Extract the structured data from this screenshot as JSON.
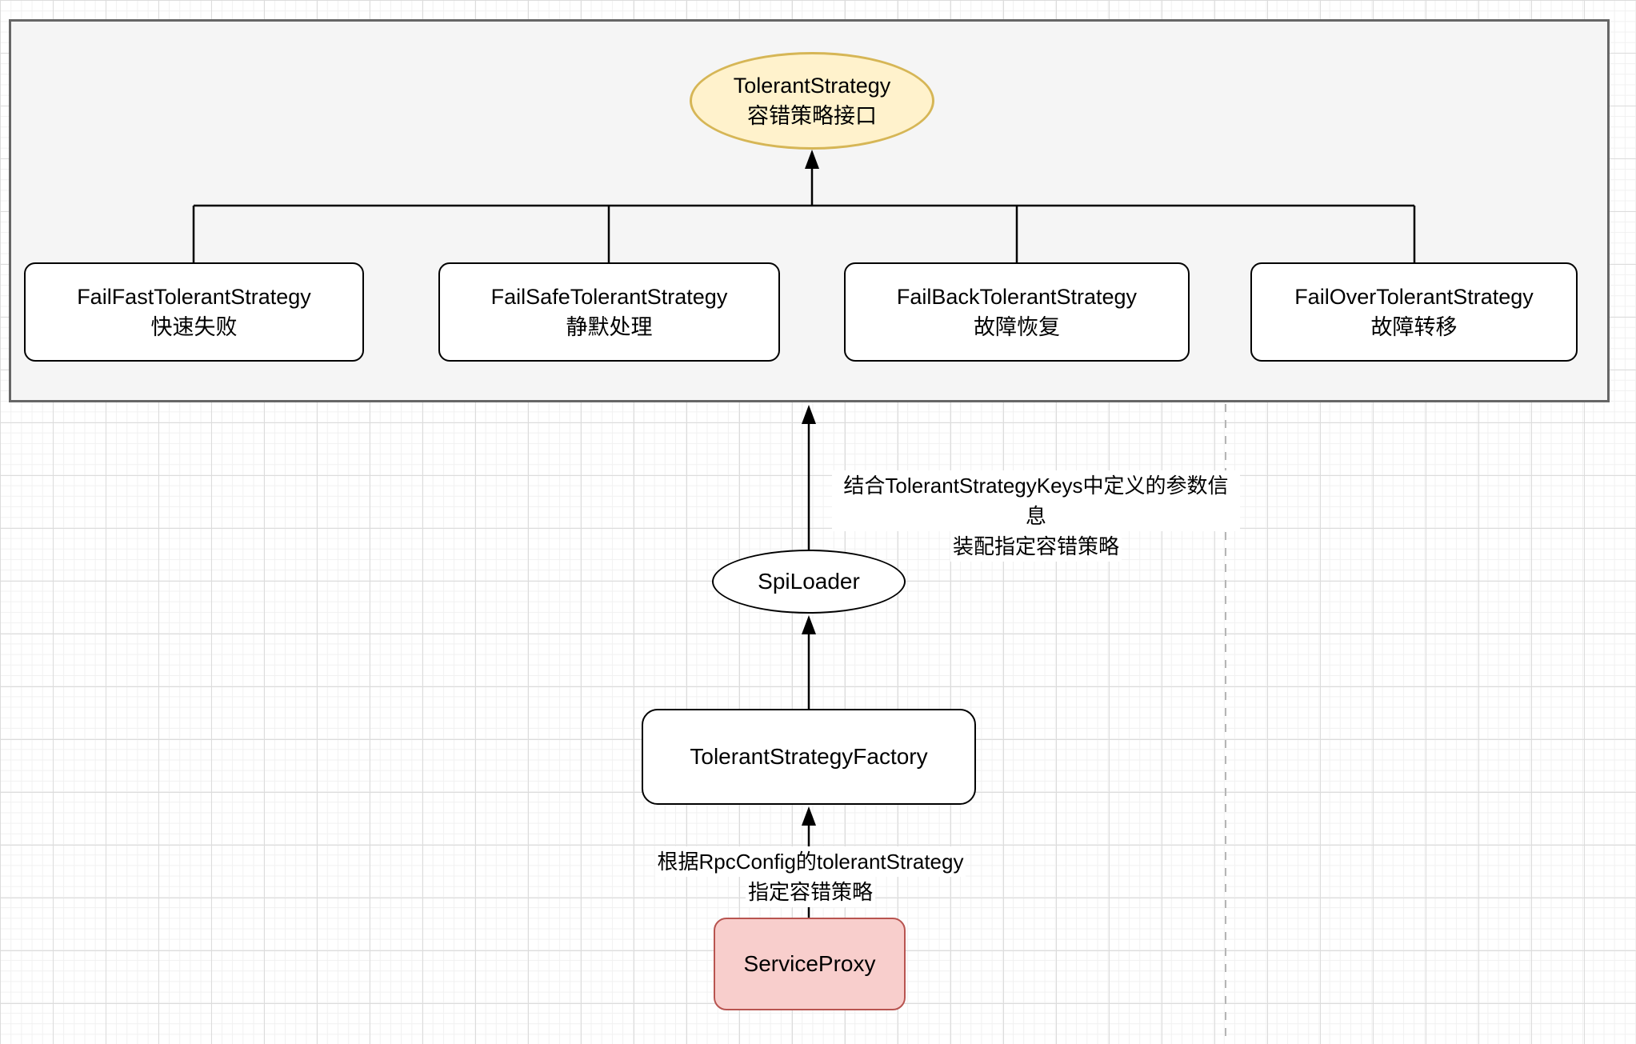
{
  "colors": {
    "interface_fill": "#FFF2CC",
    "interface_stroke": "#D6B656",
    "proxy_fill": "#F8CECC",
    "proxy_stroke": "#B85450",
    "node_fill": "#FFFFFF",
    "node_stroke": "#000000",
    "container_fill": "#F5F5F5",
    "container_stroke": "#666666"
  },
  "diagram": {
    "interface": {
      "name": "TolerantStrategy",
      "label_zh": "容错策略接口"
    },
    "strategies": [
      {
        "name": "FailFastTolerantStrategy",
        "label_zh": "快速失败"
      },
      {
        "name": "FailSafeTolerantStrategy",
        "label_zh": "静默处理"
      },
      {
        "name": "FailBackTolerantStrategy",
        "label_zh": "故障恢复"
      },
      {
        "name": "FailOverTolerantStrategy",
        "label_zh": "故障转移"
      }
    ],
    "spi_loader_label": "SpiLoader",
    "factory_label": "TolerantStrategyFactory",
    "service_proxy_label": "ServiceProxy",
    "annotation_spi": {
      "line1": "结合TolerantStrategyKeys中定义的参数信息",
      "line2": "装配指定容错策略"
    },
    "annotation_proxy": {
      "line1": "根据RpcConfig的tolerantStrategy",
      "line2": "指定容错策略"
    }
  }
}
